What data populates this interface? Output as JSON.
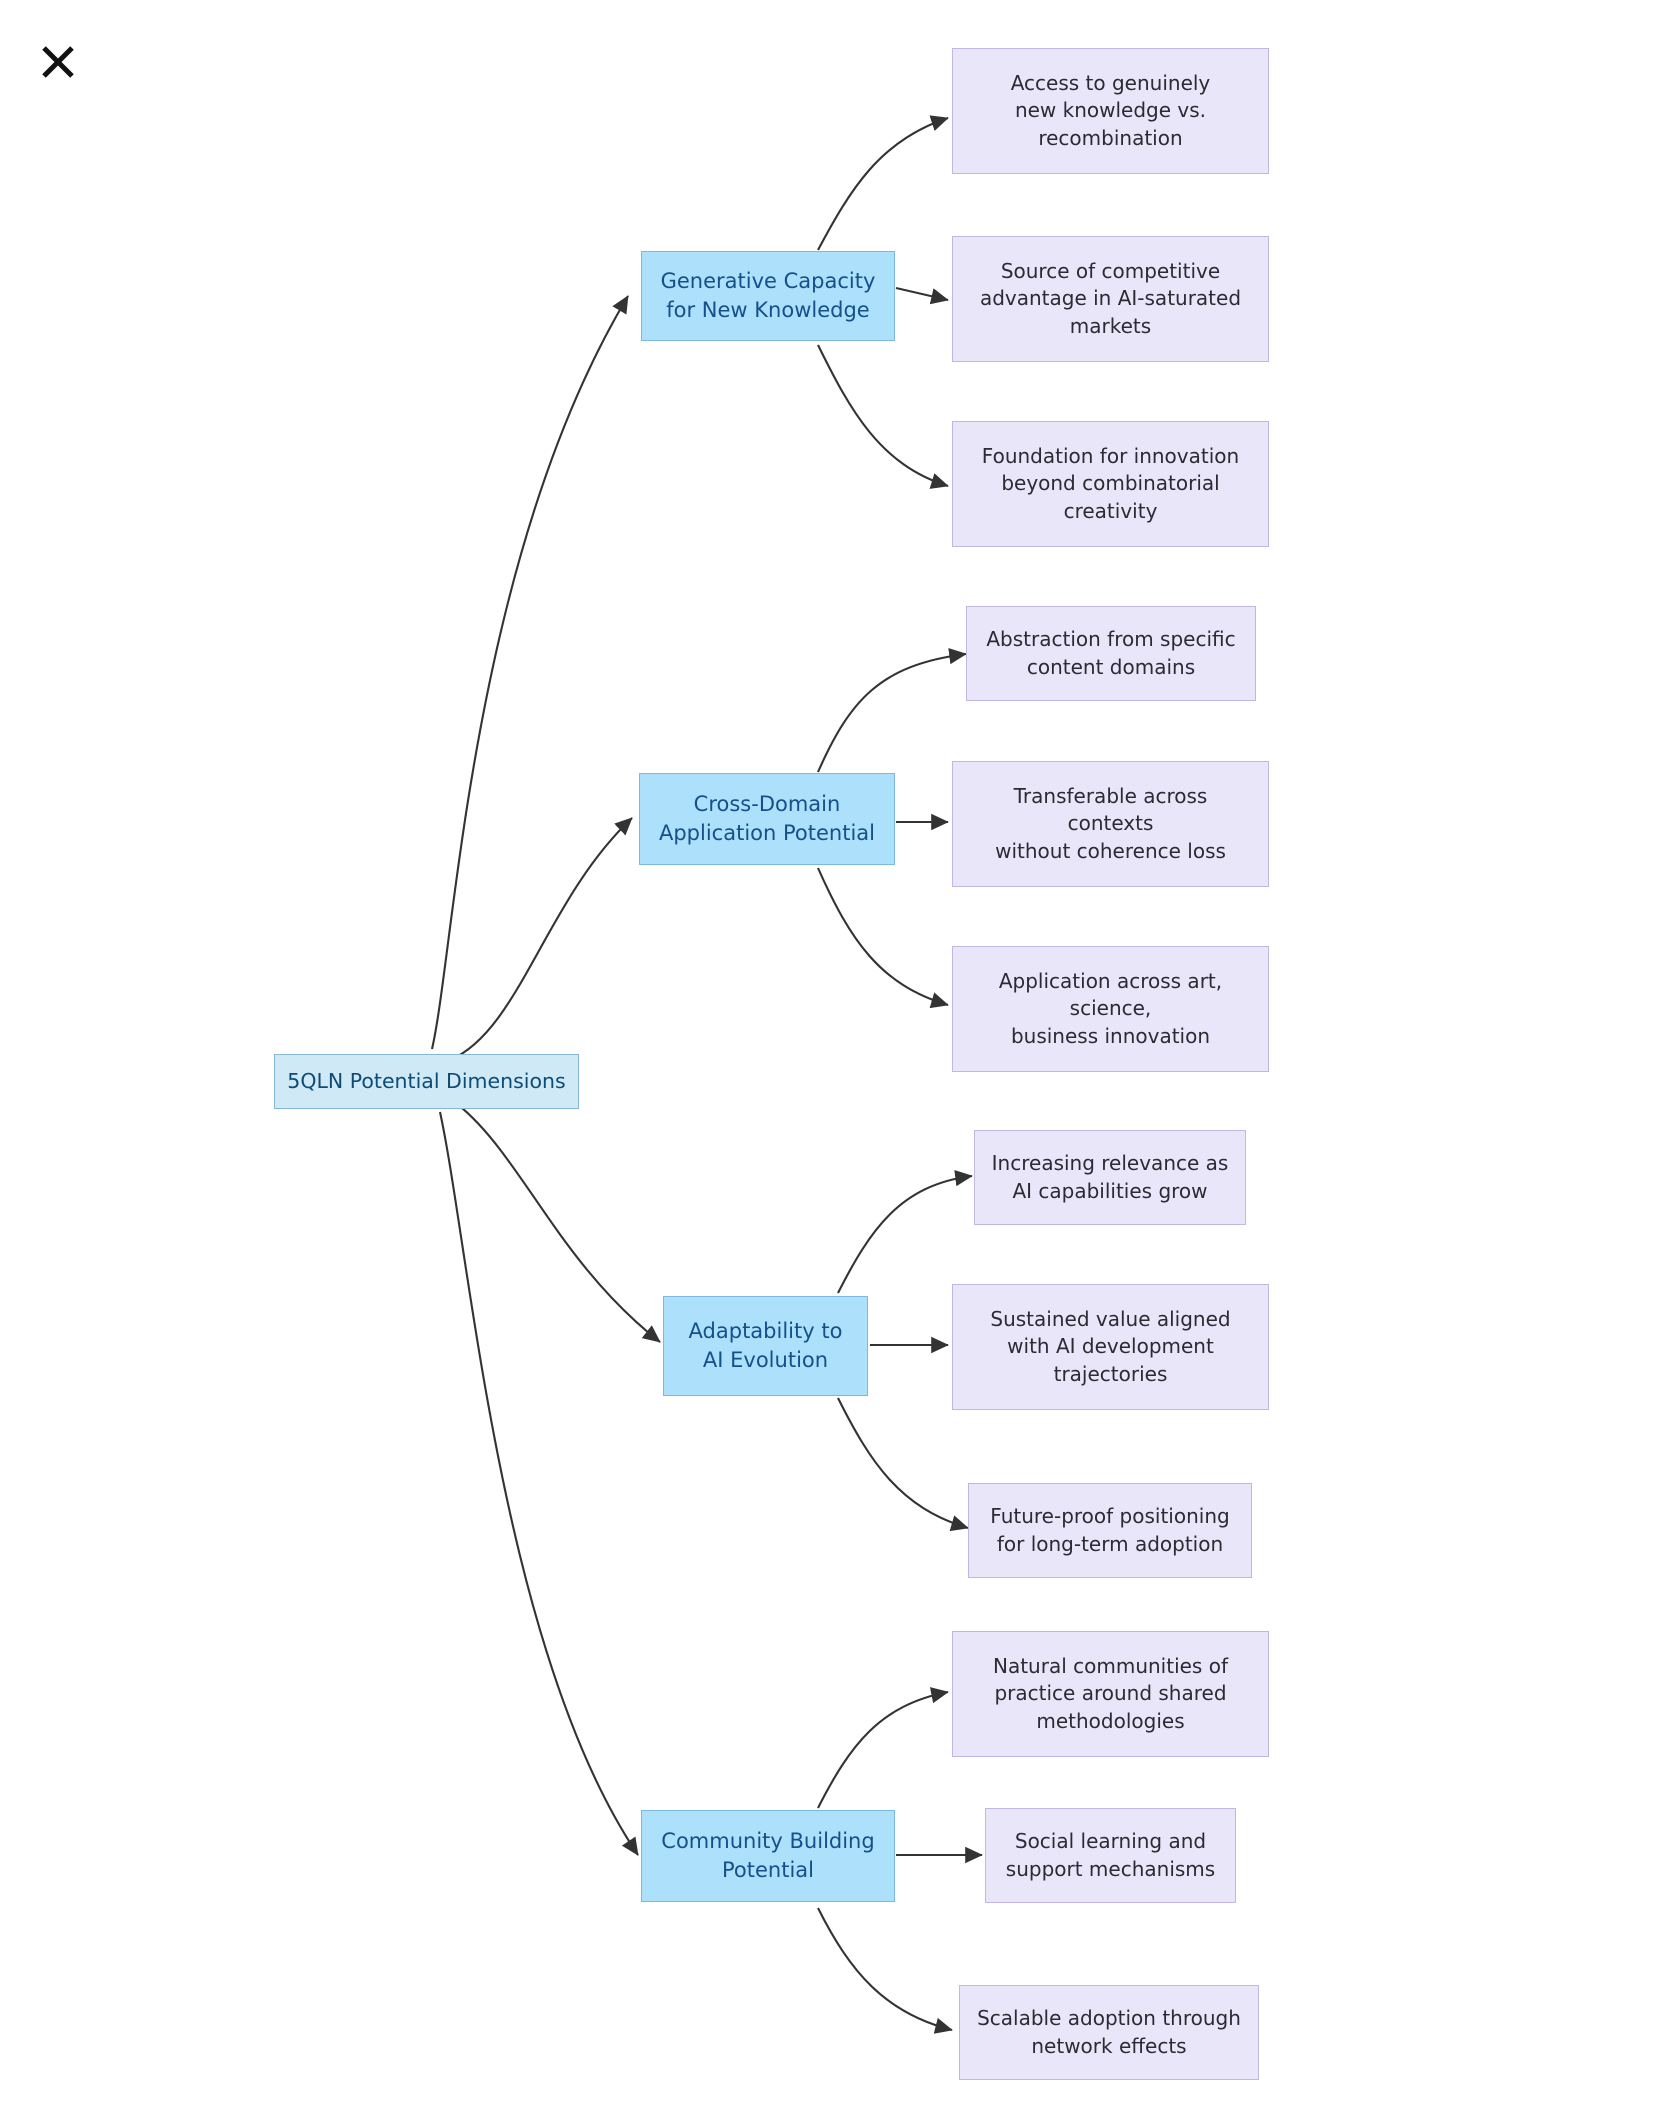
{
  "window": {
    "close_icon": "close-icon",
    "background": "#ffffff"
  },
  "colors": {
    "root_fill": "#cfe9f7",
    "root_stroke": "#86b8d6",
    "root_text": "#0f4c75",
    "branch_fill": "#ace0fb",
    "branch_stroke": "#7fb8dd",
    "branch_text": "#15508c",
    "leaf_fill": "#eae6fa",
    "leaf_stroke": "#c3b6e3",
    "leaf_text": "#2b2b33",
    "edge_stroke": "#333333"
  },
  "diagram": {
    "type": "mindmap",
    "orientation": "left-to-right",
    "root": {
      "label": "5QLN Potential Dimensions"
    },
    "branches": [
      {
        "label": "Generative Capacity\nfor New Knowledge",
        "leaves": [
          {
            "label": "Access to genuinely\nnew knowledge vs.\nrecombination"
          },
          {
            "label": "Source of competitive\nadvantage in AI-saturated\nmarkets"
          },
          {
            "label": "Foundation for innovation\nbeyond combinatorial\ncreativity"
          }
        ]
      },
      {
        "label": "Cross-Domain\nApplication Potential",
        "leaves": [
          {
            "label": "Abstraction from specific\ncontent domains"
          },
          {
            "label": "Transferable across\ncontexts\nwithout coherence loss"
          },
          {
            "label": "Application across art,\nscience,\nbusiness innovation"
          }
        ]
      },
      {
        "label": "Adaptability to\nAI Evolution",
        "leaves": [
          {
            "label": "Increasing relevance as\nAI capabilities grow"
          },
          {
            "label": "Sustained value aligned\nwith AI development\ntrajectories"
          },
          {
            "label": "Future-proof positioning\nfor long-term adoption"
          }
        ]
      },
      {
        "label": "Community Building\nPotential",
        "leaves": [
          {
            "label": "Natural communities of\npractice around shared\nmethodologies"
          },
          {
            "label": "Social learning and\nsupport mechanisms"
          },
          {
            "label": "Scalable adoption through\nnetwork effects"
          }
        ]
      }
    ]
  }
}
